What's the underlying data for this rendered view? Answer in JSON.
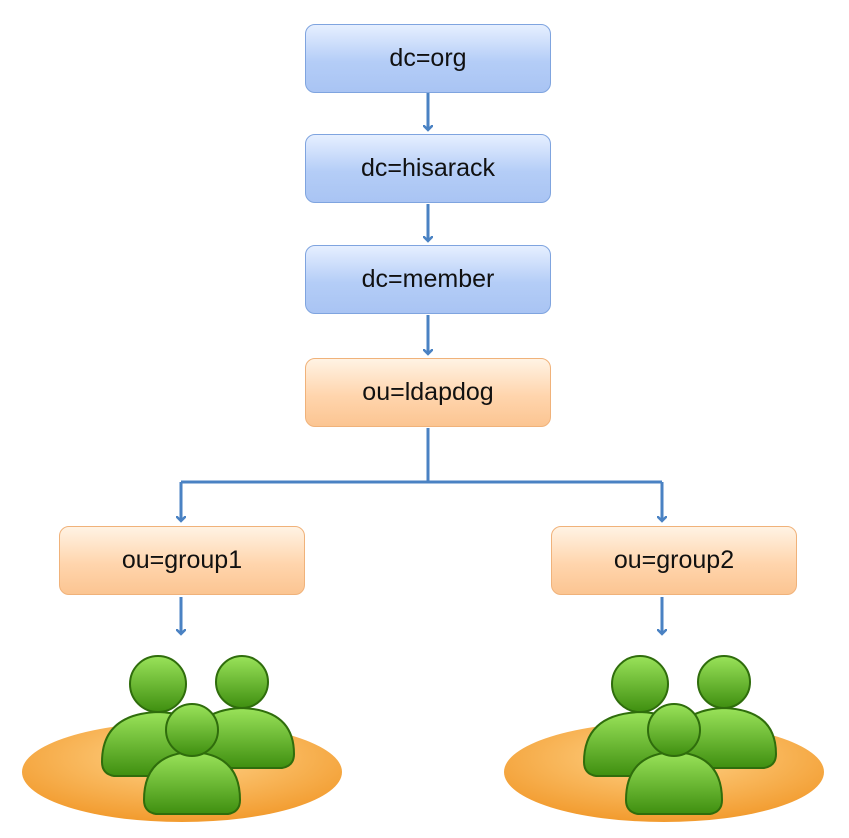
{
  "nodes": {
    "org": "dc=org",
    "hisarack": "dc=hisarack",
    "member": "dc=member",
    "ldapdog": "ou=ldapdog",
    "group1": "ou=group1",
    "group2": "ou=group2"
  },
  "colors": {
    "dc_fill": "#b4cdf7",
    "ou_fill": "#ffd5ad",
    "connector": "#4a82c3",
    "people": "#5fb820",
    "platform": "#f7a83c"
  },
  "icons": [
    "users-group-icon",
    "users-group-icon"
  ]
}
